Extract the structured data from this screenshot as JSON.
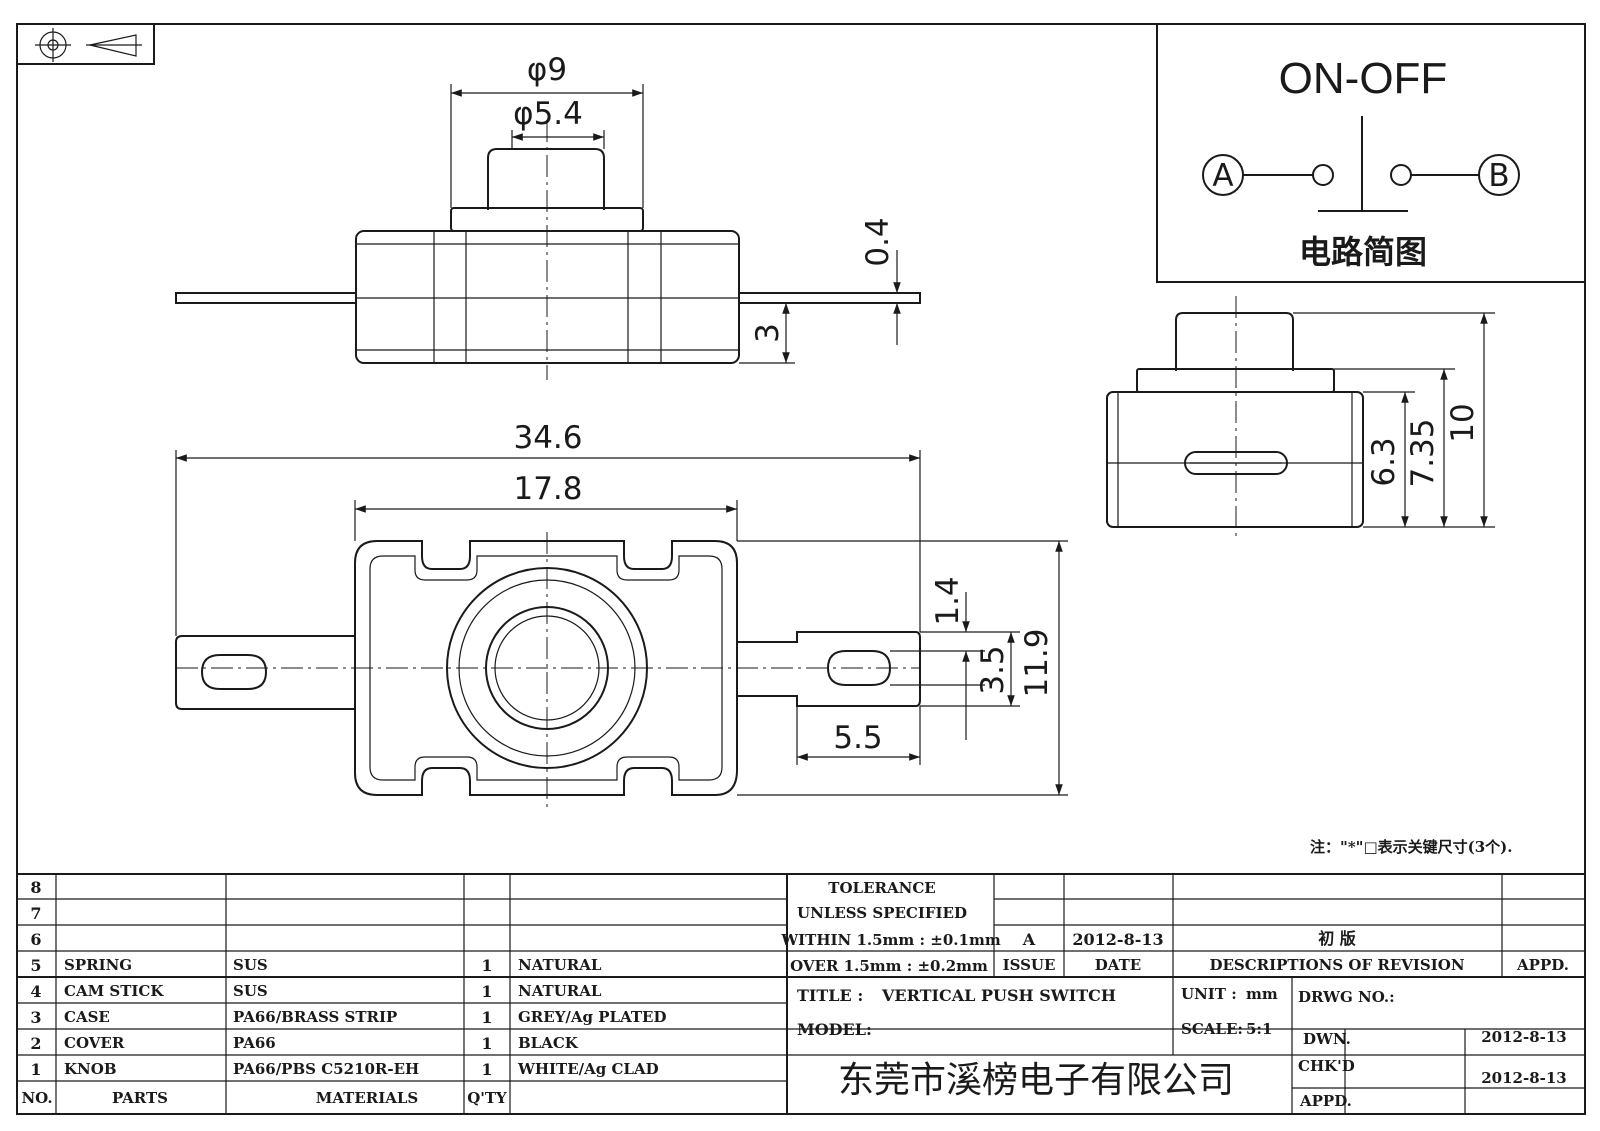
{
  "drawing": {
    "dims": {
      "d9": "φ9",
      "d54": "φ5.4",
      "t04": "0.4",
      "t3": "3",
      "w346": "34.6",
      "w178": "17.8",
      "h14": "1.4",
      "h35": "3.5",
      "h119": "11.9",
      "w55": "5.5",
      "s63": "6.3",
      "s735": "7.35",
      "s10": "10"
    },
    "circuit": {
      "title": "ON-OFF",
      "terminal_a": "A",
      "terminal_b": "B",
      "caption": "电路简图"
    },
    "note": "注：\"*\"□表示关键尺寸(3个)."
  },
  "title_block": {
    "parts": [
      {
        "no": "8",
        "part": "",
        "material": "",
        "qty": "",
        "finish": ""
      },
      {
        "no": "7",
        "part": "",
        "material": "",
        "qty": "",
        "finish": ""
      },
      {
        "no": "6",
        "part": "",
        "material": "",
        "qty": "",
        "finish": ""
      },
      {
        "no": "5",
        "part": "SPRING",
        "material": "SUS",
        "qty": "1",
        "finish": "NATURAL"
      },
      {
        "no": "4",
        "part": "CAM STICK",
        "material": "SUS",
        "qty": "1",
        "finish": "NATURAL"
      },
      {
        "no": "3",
        "part": "CASE",
        "material": "PA66/BRASS STRIP",
        "qty": "1",
        "finish": "GREY/Ag PLATED"
      },
      {
        "no": "2",
        "part": "COVER",
        "material": "PA66",
        "qty": "1",
        "finish": "BLACK"
      },
      {
        "no": "1",
        "part": "KNOB",
        "material": "PA66/PBS C5210R-EH",
        "qty": "1",
        "finish": "WHITE/Ag CLAD"
      }
    ],
    "headers": {
      "no": "NO.",
      "parts": "PARTS",
      "materials": "MATERIALS",
      "qty": "Q'TY"
    },
    "tolerance": {
      "line1": "TOLERANCE",
      "line2": "UNLESS  SPECIFIED",
      "line3": "WITHIN 1.5mm : ±0.1mm",
      "line4": "OVER 1.5mm : ±0.2mm"
    },
    "revision": {
      "issue": "A",
      "date": "2012-8-13",
      "description": "初 版",
      "h_issue": "ISSUE",
      "h_date": "DATE",
      "h_desc": "DESCRIPTIONS OF REVISION",
      "h_appd": "APPD."
    },
    "title_label": "TITLE :",
    "title_value": "VERTICAL PUSH SWITCH",
    "unit_label": "UNIT :",
    "unit_value": "mm",
    "drwg_no": "DRWG NO.:",
    "model": "MODEL:",
    "scale_label": "SCALE:",
    "scale_value": "5:1",
    "dwn": "DWN.",
    "dwn_date": "2012-8-13",
    "chkd": "CHK'D",
    "chkd_date": "2012-8-13",
    "appd": "APPD.",
    "company": "东莞市溪榜电子有限公司"
  }
}
